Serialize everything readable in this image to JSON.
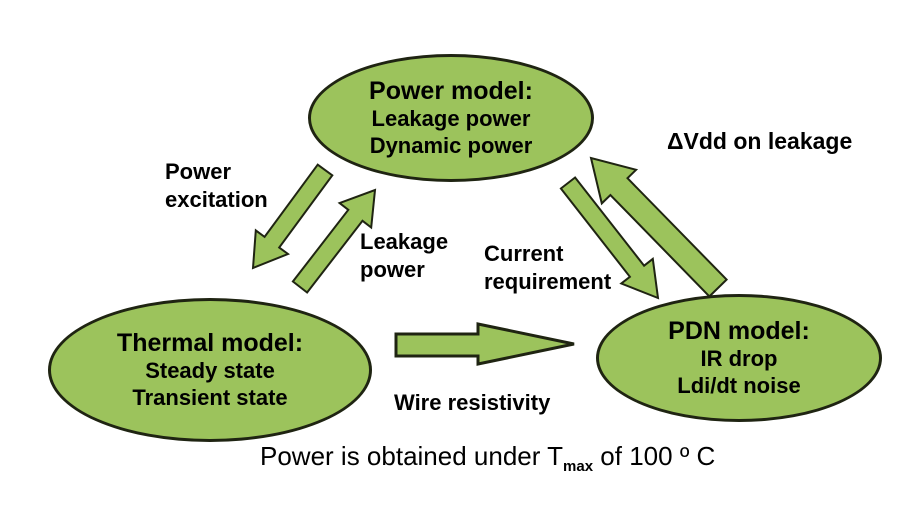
{
  "colors": {
    "shape_fill": "#9cc35c",
    "shape_outline": "#1f2412",
    "text": "#000000",
    "background": "#ffffff"
  },
  "nodes": {
    "power": {
      "title": "Power model:",
      "lines": [
        "Leakage power",
        "Dynamic power"
      ]
    },
    "thermal": {
      "title": "Thermal model:",
      "lines": [
        "Steady state",
        "Transient state"
      ]
    },
    "pdn": {
      "title": "PDN model:",
      "lines": [
        "IR drop",
        "Ldi/dt noise"
      ]
    }
  },
  "labels": {
    "power_excitation": {
      "line1": "Power",
      "line2": "excitation"
    },
    "leakage_power": {
      "line1": "Leakage",
      "line2": "power"
    },
    "current_requirement": {
      "line1": "Current",
      "line2": "requirement"
    },
    "dvdd_on_leakage": "ΔVdd on leakage",
    "wire_resistivity": "Wire resistivity"
  },
  "arrows": [
    {
      "name": "power-to-thermal",
      "meaning": "Power excitation",
      "direction": "down-left"
    },
    {
      "name": "thermal-to-power",
      "meaning": "Leakage power",
      "direction": "up-right"
    },
    {
      "name": "power-to-pdn",
      "meaning": "Current requirement",
      "direction": "down-right"
    },
    {
      "name": "pdn-to-power",
      "meaning": "ΔVdd on leakage",
      "direction": "up-left"
    },
    {
      "name": "thermal-to-pdn",
      "meaning": "Wire resistivity",
      "direction": "right"
    }
  ],
  "caption": {
    "prefix": "Power is obtained under T",
    "subscript": "max",
    "suffix": " of 100 º C"
  }
}
